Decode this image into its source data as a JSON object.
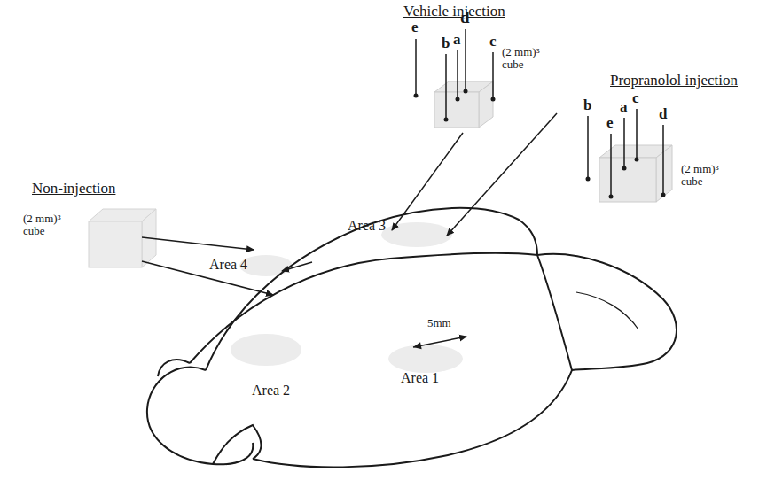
{
  "diagram": {
    "labels": [
      "Vehicle injection",
      "e",
      "a",
      "d",
      "b",
      "c",
      "(2 mm)³ cube",
      "Propranolol injection",
      "b",
      "a",
      "c",
      "e",
      "d",
      "(2 mm)³ cube",
      "Non-injection",
      "(2 mm)³ cube",
      "Area 3",
      "Area 4",
      "5mm",
      "Area 1",
      "Area 2"
    ]
  }
}
